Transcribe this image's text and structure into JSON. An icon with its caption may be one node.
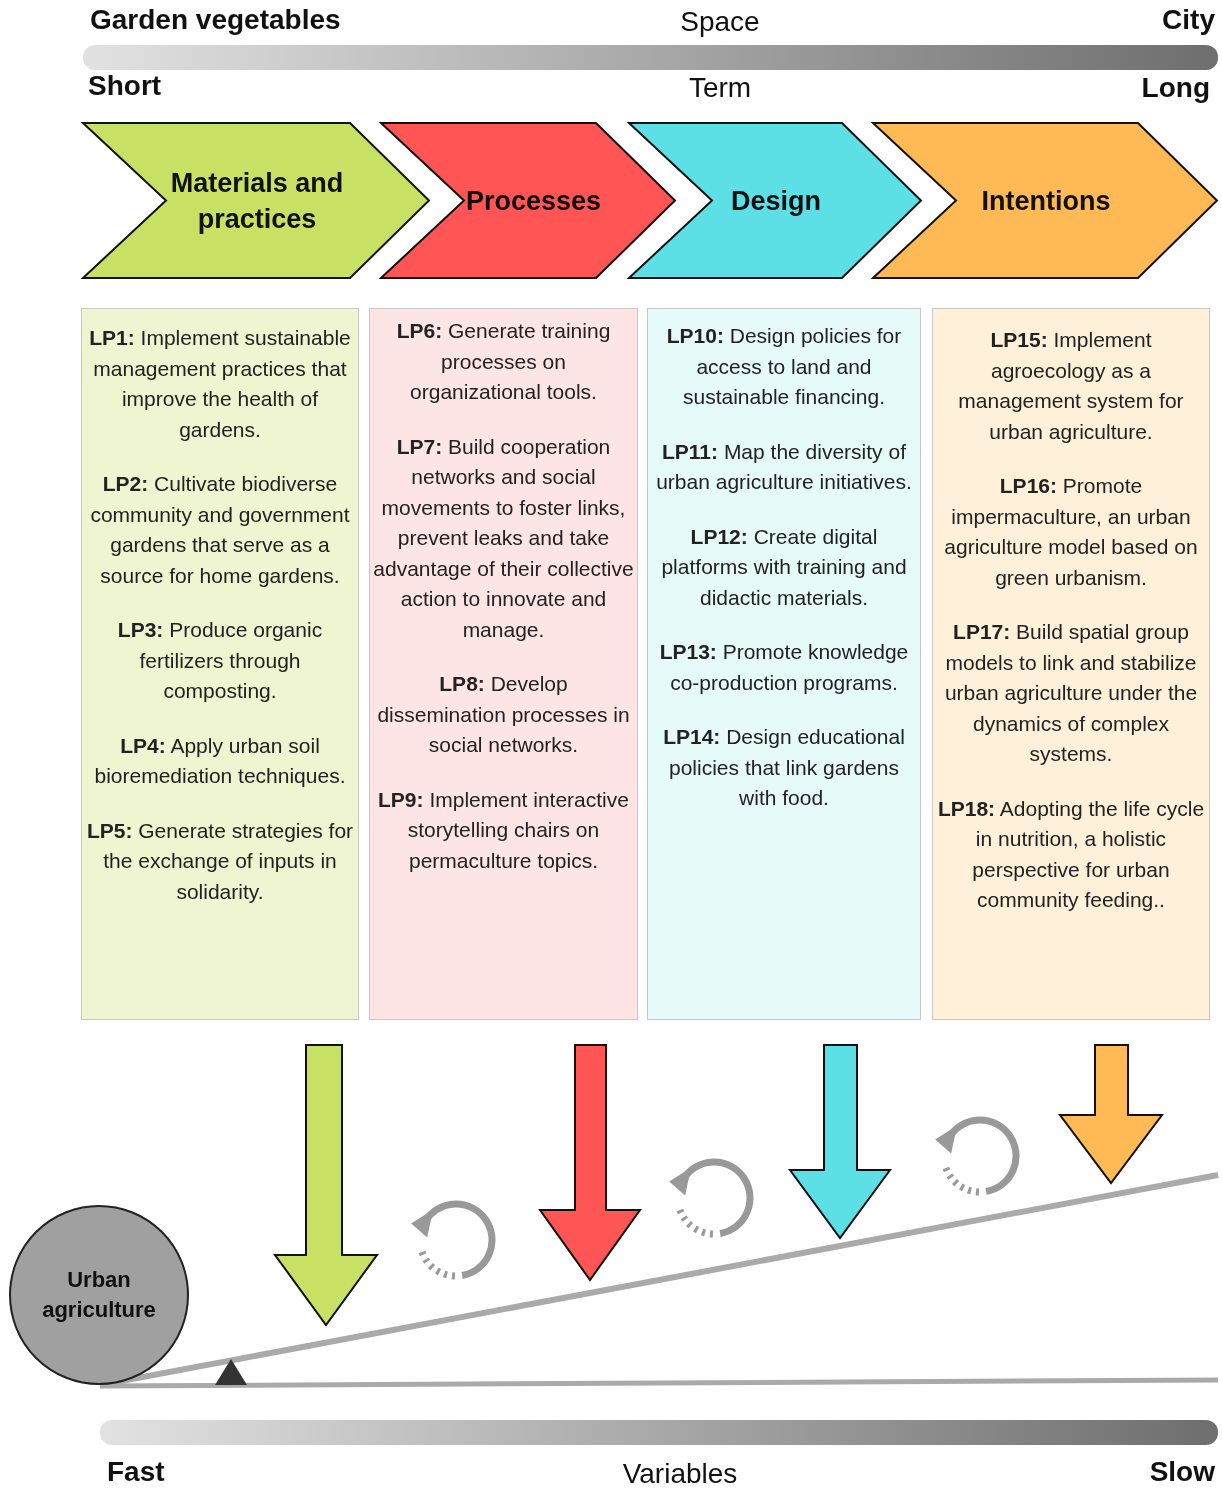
{
  "diagram": {
    "nodes": [
      {
        "text": [
          "Materials and practices"
        ]
      },
      {
        "text": [
          "Processes"
        ]
      },
      {
        "text": [
          "Design"
        ]
      },
      {
        "text": [
          "Intentions"
        ]
      },
      {
        "text": [
          "**LP1:** Implement sustainable management practices that improve the health of gardens.",
          "**LP2:** Cultivate biodiverse community and government gardens that serve as a source for home gardens.",
          "**LP3:** Produce organic fertilizers through composting.",
          "**LP4:** Apply urban soil bioremediation techniques.",
          "**LP5:** Generate strategies for the exchange of inputs in solidarity."
        ]
      },
      {
        "text": [
          "**LP6:** Generate training processes on organizational tools.",
          "**LP7:** Build cooperation networks and social movements to foster links, prevent leaks and take advantage of their collective action to innovate and manage.",
          "**LP8:** Develop dissemination processes in social networks.",
          "**LP9:** Implement interactive storytelling chairs on permaculture topics."
        ]
      },
      {
        "text": [
          "**LP10:** Design policies for access to land and sustainable financing.",
          "**LP11:** Map the diversity of urban agriculture initiatives.",
          "**LP12:** Create digital platforms with training and didactic materials.",
          "**LP13:** Promote knowledge co-production programs.",
          "**LP14:** Design educational policies that link gardens with food."
        ]
      },
      {
        "text": [
          "**LP15:** Implement agroecology as a management system for urban agriculture.",
          "**LP16:** Promote impermaculture, an urban agriculture model based on green urbanism.",
          "**LP17:** Build spatial group models to link and stabilize urban agriculture under the dynamics of complex systems.",
          "**LP18:** Adopting the life cycle in nutrition, a holistic perspective for urban community feeding.."
        ]
      },
      {
        "text": [
          "Urban agriculture"
        ]
      }
    ],
    "labels": [
      "Garden vegetables",
      "Space",
      "City",
      "Short",
      "Term",
      "Long",
      "Fast",
      "Variables",
      "Slow"
    ]
  }
}
